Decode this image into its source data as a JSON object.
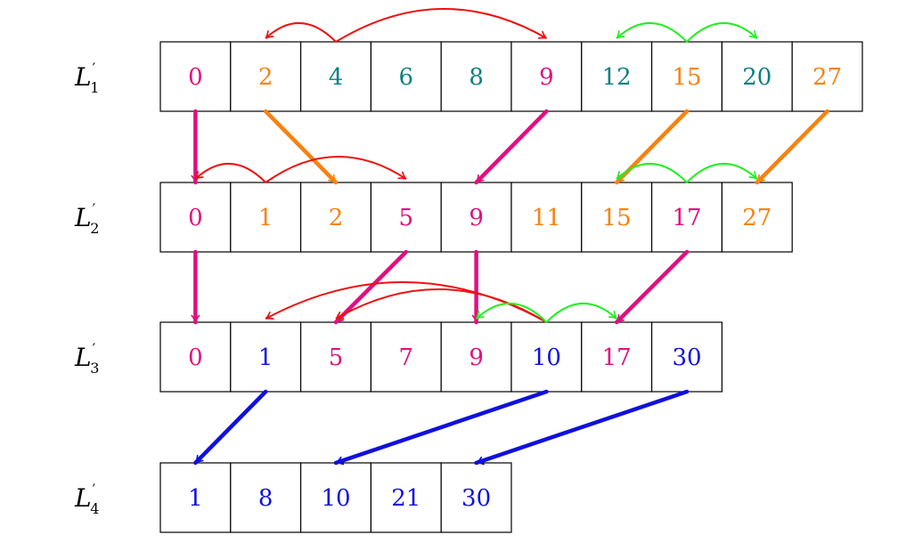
{
  "colors": {
    "magenta": "#e0107f",
    "orange": "#f7820f",
    "teal": "#0e8080",
    "blue": "#1010dd",
    "red": "#ee1010",
    "green": "#22ee22",
    "border": "#000000"
  },
  "lists": [
    {
      "label": "L",
      "prime": "′",
      "subscript": "1",
      "cells": [
        {
          "value": "0",
          "color": "magenta"
        },
        {
          "value": "2",
          "color": "orange"
        },
        {
          "value": "4",
          "color": "teal"
        },
        {
          "value": "6",
          "color": "teal"
        },
        {
          "value": "8",
          "color": "teal"
        },
        {
          "value": "9",
          "color": "magenta"
        },
        {
          "value": "12",
          "color": "teal"
        },
        {
          "value": "15",
          "color": "orange"
        },
        {
          "value": "20",
          "color": "teal"
        },
        {
          "value": "27",
          "color": "orange"
        }
      ]
    },
    {
      "label": "L",
      "prime": "′",
      "subscript": "2",
      "cells": [
        {
          "value": "0",
          "color": "magenta"
        },
        {
          "value": "1",
          "color": "orange"
        },
        {
          "value": "2",
          "color": "orange"
        },
        {
          "value": "5",
          "color": "magenta"
        },
        {
          "value": "9",
          "color": "magenta"
        },
        {
          "value": "11",
          "color": "orange"
        },
        {
          "value": "15",
          "color": "orange"
        },
        {
          "value": "17",
          "color": "magenta"
        },
        {
          "value": "27",
          "color": "orange"
        }
      ]
    },
    {
      "label": "L",
      "prime": "′",
      "subscript": "3",
      "cells": [
        {
          "value": "0",
          "color": "magenta"
        },
        {
          "value": "1",
          "color": "blue"
        },
        {
          "value": "5",
          "color": "magenta"
        },
        {
          "value": "7",
          "color": "magenta"
        },
        {
          "value": "9",
          "color": "magenta"
        },
        {
          "value": "10",
          "color": "blue"
        },
        {
          "value": "17",
          "color": "magenta"
        },
        {
          "value": "30",
          "color": "blue"
        }
      ]
    },
    {
      "label": "L",
      "prime": "′",
      "subscript": "4",
      "cells": [
        {
          "value": "1",
          "color": "blue"
        },
        {
          "value": "8",
          "color": "blue"
        },
        {
          "value": "10",
          "color": "blue"
        },
        {
          "value": "21",
          "color": "blue"
        },
        {
          "value": "30",
          "color": "blue"
        }
      ]
    }
  ],
  "cascade_arrows": [
    {
      "from_list": 0,
      "from_cell": 0,
      "to_list": 1,
      "to_cell": 0,
      "color": "magenta"
    },
    {
      "from_list": 0,
      "from_cell": 1,
      "to_list": 1,
      "to_cell": 2,
      "color": "orange"
    },
    {
      "from_list": 0,
      "from_cell": 5,
      "to_list": 1,
      "to_cell": 4,
      "color": "magenta"
    },
    {
      "from_list": 0,
      "from_cell": 7,
      "to_list": 1,
      "to_cell": 6,
      "color": "orange"
    },
    {
      "from_list": 0,
      "from_cell": 9,
      "to_list": 1,
      "to_cell": 8,
      "color": "orange"
    },
    {
      "from_list": 1,
      "from_cell": 0,
      "to_list": 2,
      "to_cell": 0,
      "color": "magenta"
    },
    {
      "from_list": 1,
      "from_cell": 3,
      "to_list": 2,
      "to_cell": 2,
      "color": "magenta"
    },
    {
      "from_list": 1,
      "from_cell": 4,
      "to_list": 2,
      "to_cell": 4,
      "color": "magenta"
    },
    {
      "from_list": 1,
      "from_cell": 7,
      "to_list": 2,
      "to_cell": 6,
      "color": "magenta"
    },
    {
      "from_list": 2,
      "from_cell": 1,
      "to_list": 3,
      "to_cell": 0,
      "color": "blue"
    },
    {
      "from_list": 2,
      "from_cell": 5,
      "to_list": 3,
      "to_cell": 2,
      "color": "blue"
    },
    {
      "from_list": 2,
      "from_cell": 7,
      "to_list": 3,
      "to_cell": 4,
      "color": "blue"
    }
  ],
  "bridges": [
    {
      "list": 0,
      "origin_cell": 2,
      "targets": [
        1,
        5
      ],
      "color": "red"
    },
    {
      "list": 0,
      "origin_cell": 7,
      "targets": [
        6,
        8
      ],
      "color": "green"
    },
    {
      "list": 1,
      "origin_cell": 1,
      "targets": [
        0,
        3
      ],
      "color": "red"
    },
    {
      "list": 1,
      "origin_cell": 7,
      "targets": [
        6,
        8
      ],
      "color": "green"
    },
    {
      "list": 2,
      "origin_cell": 5,
      "targets": [
        1,
        2
      ],
      "color": "red"
    },
    {
      "list": 2,
      "origin_cell": 5,
      "targets": [
        4,
        6
      ],
      "color": "green"
    }
  ]
}
